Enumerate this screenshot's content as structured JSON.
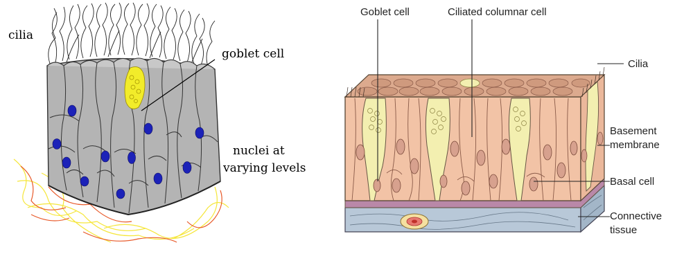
{
  "left_diagram": {
    "labels": {
      "cilia": "cilia",
      "goblet_cell": "goblet cell",
      "nuclei_line1": "nuclei at",
      "nuclei_line2": "varying levels"
    },
    "colors": {
      "cell_fill": "#b4b4b4",
      "cell_stroke": "#333333",
      "nucleus": "#1c22b8",
      "goblet": "#f2ec2a",
      "fibers_yellow": "#f5e63a",
      "fibers_red": "#e85a2a"
    }
  },
  "right_diagram": {
    "labels": {
      "goblet_cell": "Goblet cell",
      "ciliated_columnar_cell": "Ciliated columnar cell",
      "cilia": "Cilia",
      "basement_line1": "Basement",
      "basement_line2": "membrane",
      "basal_cell": "Basal cell",
      "connective_line1": "Connective",
      "connective_line2": "tissue"
    },
    "colors": {
      "cell_fill": "#f2c3a6",
      "goblet_fill": "#f3efb0",
      "nucleus": "#d7a18e",
      "top_surface": "#dcaa8e",
      "basement": "#b988a8",
      "connective": "#b8c8d8"
    }
  }
}
